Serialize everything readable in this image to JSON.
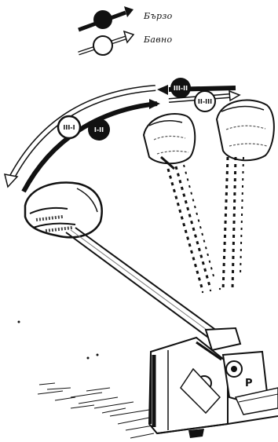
{
  "legend": {
    "fast_label": "Бързо",
    "slow_label": "Бавно"
  },
  "markers": {
    "m1": "III-I",
    "m2": "I-II",
    "m3": "III-II",
    "m4": "II-III"
  },
  "colors": {
    "ink": "#111111",
    "paper": "#ffffff"
  }
}
